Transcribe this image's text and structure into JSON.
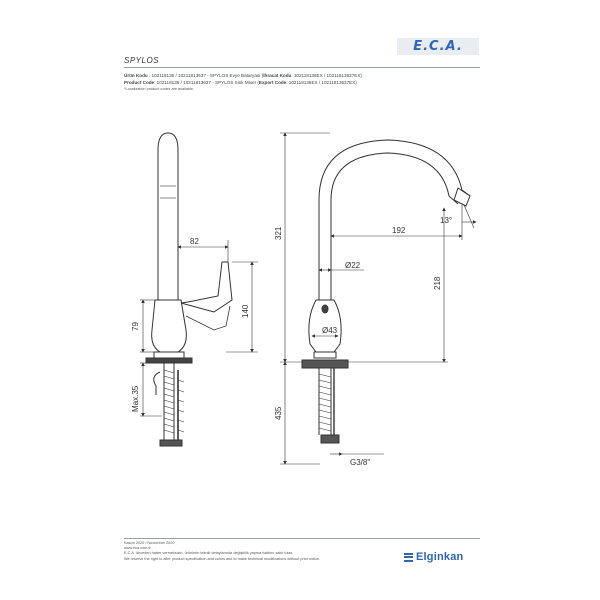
{
  "header": {
    "logo": "E.C.A.",
    "product_name": "SPYLOS"
  },
  "codes": {
    "tr_label": "Ürün Kodu",
    "tr_text": " : 102118136 / 10211813637 - SPYLOS Evye Bataryası (",
    "tr_export_label": "İhracat Kodu",
    "tr_export_text": ": 102118136EX / 10211813637EX)",
    "en_label": "Product Code",
    "en_text": ": 102118136 / 10211813637 - SPYLOS Sink Mixer (",
    "en_export_label": "Export Code",
    "en_export_text": ": 102118136EX / 10211813637EX)",
    "note": "*Localization product codes are available."
  },
  "dimensions": {
    "d82": "82",
    "d79": "79",
    "d140": "140",
    "dmax35": "Max.35",
    "d321": "321",
    "d192": "192",
    "d13": "13°",
    "d22": "Ø22",
    "d218": "218",
    "d43": "Ø43",
    "d435": "435",
    "dg38": "G3/8\""
  },
  "footer": {
    "date": "Kasım 2020 / November 2020",
    "web": "www.eca.com.tr",
    "tr_notice": "E.C.A. önceden haber vermeksizin, ürünlerin teknik detaylarında değişiklik yapma hakkını saklı tutar.",
    "en_notice": "We reserve the right to alter product specification and colors and to make technical modifications without prior notice."
  },
  "brand": {
    "name": "Elginkan"
  }
}
